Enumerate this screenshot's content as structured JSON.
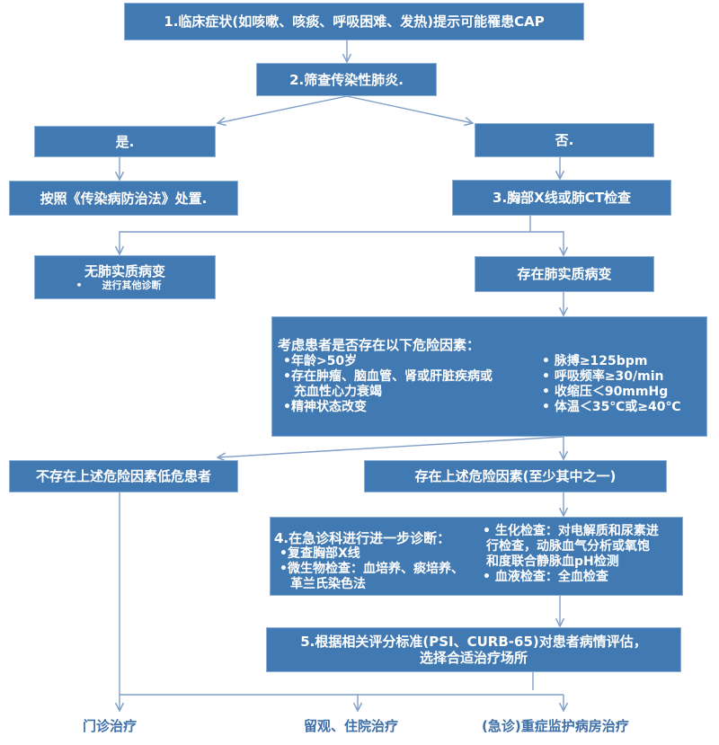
{
  "colors": {
    "box_fill": "#4179b3",
    "box_border": "#8fb0d6",
    "connector": "#7f9ec8",
    "outcome_text": "#3f6fa8"
  },
  "steps": {
    "step1": "1.临床症状(如咳嗽、咳痰、呼吸困难、发热)提示可能罹患CAP",
    "step2": "2.筛查传染性肺炎.",
    "yes": "是.",
    "no": "否.",
    "yes_action": "按照《传染病防治法》处置.",
    "step3": "3.胸部X线或肺CT检查",
    "no_lesion": {
      "title": "无肺实质病变",
      "bullet": "•",
      "item": "进行其他诊断"
    },
    "lesion": "存在肺实质病变",
    "risk": {
      "title": "考虑患者是否存在以下危险因素：",
      "left_items": [
        "•年龄>50岁",
        "•存在肿瘤、脑血管、肾或肝脏疾病或",
        "  充血性心力衰竭",
        "•精神状态改变"
      ],
      "right_items": [
        "•  脉搏≥125bpm",
        "•  呼吸频率≥30/min",
        "•  收缩压＜90mmHg",
        "•  体温＜35℃或≥40℃"
      ]
    },
    "low_risk": "不存在上述危险因素低危患者",
    "has_risk": "存在上述危险因素(至少其中之一)",
    "step4": {
      "title": "4.在急诊科进行进一步诊断：",
      "left_items": [
        "•复查胸部X线",
        "•微生物检查：血培养、痰培养、",
        "  革兰氏染色法"
      ],
      "right_items": [
        "•  生化检查：对电解质和尿素进",
        "    行检查，动脉血气分析或氧饱",
        "    和度联合静脉血pH检测",
        "•  血液检查：全血检查"
      ]
    },
    "step5": {
      "line1": "5.根据相关评分标准(PSI、CURB-65)对患者病情评估，",
      "line2": "选择合适治疗场所"
    }
  },
  "outcomes": [
    "门诊治疗",
    "留观、住院治疗",
    "(急诊)重症监护病房治疗"
  ]
}
